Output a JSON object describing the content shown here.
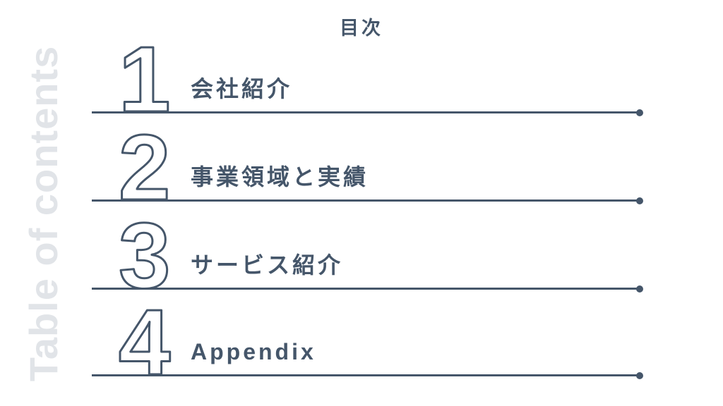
{
  "page": {
    "title": "目次",
    "watermark": "Table of contents"
  },
  "toc": {
    "items": [
      {
        "number": "1",
        "label": "会社紹介"
      },
      {
        "number": "2",
        "label": "事業領域と実績"
      },
      {
        "number": "3",
        "label": "サービス紹介"
      },
      {
        "number": "4",
        "label": "Appendix"
      }
    ]
  },
  "colors": {
    "accent": "#45566a",
    "watermark_gray": "#e1e4e8",
    "background": "#ffffff"
  }
}
